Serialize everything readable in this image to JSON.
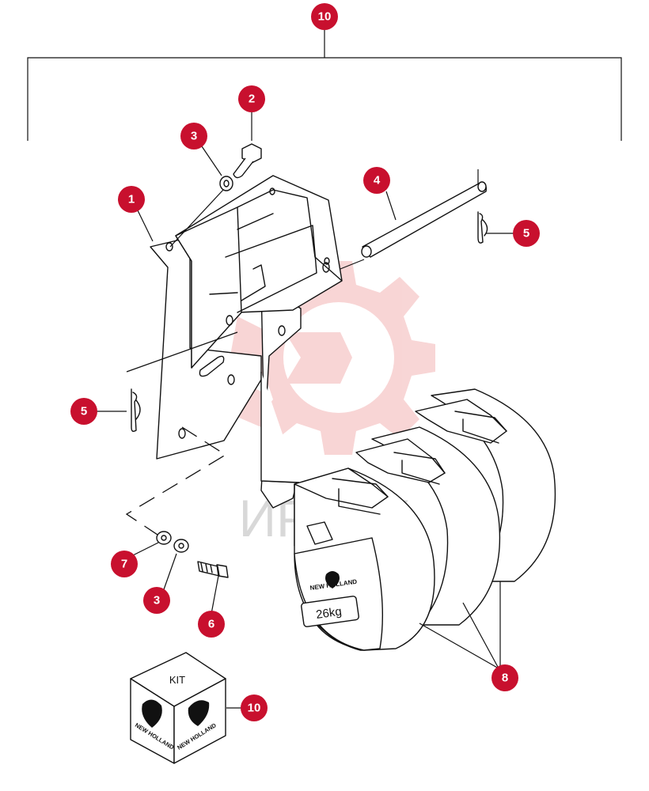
{
  "callouts": {
    "c10_top": "10",
    "c1": "1",
    "c2": "2",
    "c3_top": "3",
    "c4": "4",
    "c5_right": "5",
    "c5_left": "5",
    "c7": "7",
    "c3_bottom": "3",
    "c6": "6",
    "c8": "8",
    "c10_kit": "10"
  },
  "weight": {
    "brand": "NEW HOLLAND",
    "mass_label": "26kg"
  },
  "kit": {
    "label": "KIT",
    "brand_left": "NEW HOLLAND",
    "brand_right": "NEW HOLLAND"
  },
  "watermark": {
    "text": "ИРТЕХ"
  },
  "colors": {
    "callout": "#c8102e",
    "watermark": "#f3b4b4"
  }
}
